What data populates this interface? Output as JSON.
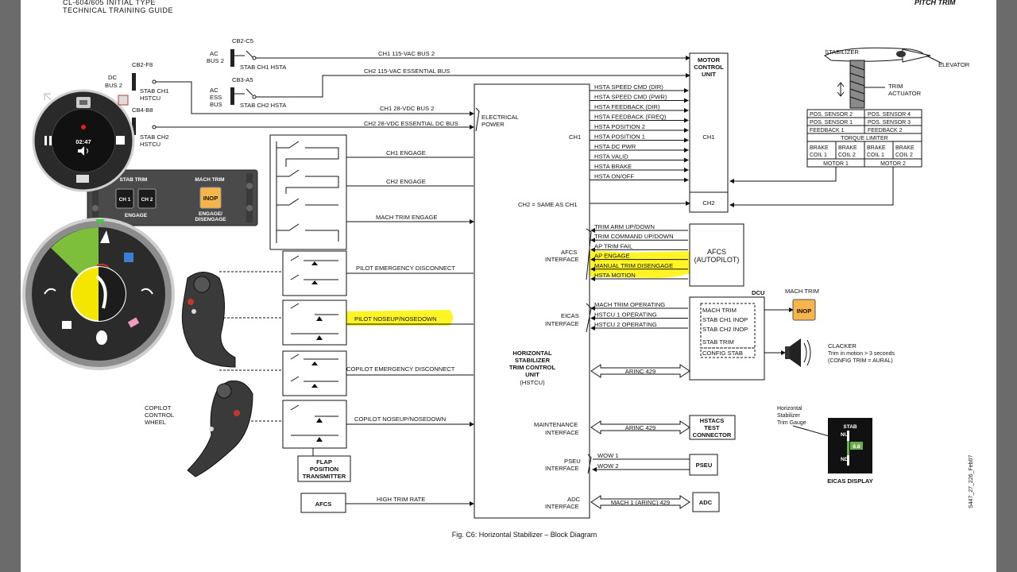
{
  "header": {
    "guide_line1": "CL-604/605 INITIAL TYPE",
    "guide_line2": "TECHNICAL TRAINING GUIDE",
    "section_title": "PITCH TRIM"
  },
  "caption": "Fig. C6: Horizontal Stabilizer – Block Diagram",
  "side_code": "S447_27_226_Feb07",
  "breakers": {
    "cb2c5": "CB2-C5",
    "ac_bus2": [
      "AC",
      "BUS 2"
    ],
    "stab_ch1_hsta": "STAB CH1 HSTA",
    "cb3a5": "CB3-A5",
    "ac_ess_bus": [
      "AC",
      "ESS",
      "BUS"
    ],
    "stab_ch2_hsta": "STAB CH2 HSTA",
    "cb2f8": "CB2-F8",
    "dc_bus2": [
      "DC",
      "BUS 2"
    ],
    "stab_ch1_hstcu": [
      "STAB CH1",
      "HSTCU"
    ],
    "cb4b8": "CB4-B8",
    "stab_ch2_hstcu": [
      "STAB CH2",
      "HSTCU"
    ]
  },
  "bus_lines": {
    "ch1_115": "CH1 115-VAC BUS 2",
    "ch2_115": "CH2 115-VAC ESSENTIAL BUS",
    "ch1_28": "CH1 28-VDC BUS 2",
    "ch2_28": "CH2 28-VDC ESSENTIAL DC BUS"
  },
  "motor_control": {
    "title": [
      "MOTOR",
      "CONTROL",
      "UNIT"
    ],
    "ch1": "CH1",
    "ch2": "CH2"
  },
  "ch1_signals": [
    "HSTA SPEED CMD (DIR)",
    "HSTA SPEED CMD (PWR)",
    "HSTA FEEDBACK (DIR)",
    "HSTA FEEDBACK (FREQ)",
    "HSTA POSITION 2",
    "HSTA POSITION 1",
    "HSTA DC PWR",
    "HSTA VALID",
    "HSTA BRAKE",
    "HSTA ON/OFF"
  ],
  "hstcu": {
    "electrical_power": [
      "ELECTRICAL",
      "POWER"
    ],
    "ch1": "CH1",
    "ch2_same": "CH2 = SAME AS CH1",
    "title": [
      "HORIZONTAL",
      "STABILIZER",
      "TRIM CONTROL",
      "UNIT"
    ],
    "abbr": "(HSTCU)",
    "afcs_interface": [
      "AFCS",
      "INTERFACE"
    ],
    "eicas_interface": [
      "EICAS",
      "INTERFACE"
    ],
    "maintenance_interface": [
      "MAINTENANCE",
      "INTERFACE"
    ],
    "pseu_interface": [
      "PSEU",
      "INTERFACE"
    ],
    "adc_interface": [
      "ADC",
      "INTERFACE"
    ]
  },
  "afcs_signals": [
    "TRIM ARM UP/DOWN",
    "TRIM COMMAND UP/DOWN",
    "AP TRIM FAIL",
    "AP ENGAGE",
    "MANUAL TRIM DISENGAGE",
    "HSTA MOTION"
  ],
  "afcs_box": [
    "AFCS",
    "(AUTOPILOT)"
  ],
  "eicas_signals": [
    "MACH TRIM OPERATING",
    "HSTCU 1 OPERATING",
    "HSTCU 2 OPERATING"
  ],
  "dcu": {
    "label": "DCU",
    "messages": [
      "MACH TRIM",
      "STAB CH1 INOP",
      "STAB CH2 INOP",
      "STAB TRIM",
      "CONFIG STAB"
    ]
  },
  "mach_trim_button": {
    "label": "MACH TRIM",
    "text": "INOP"
  },
  "clacker": {
    "title": "CLACKER",
    "line1": "Trim in motion > 3 seconds",
    "line2": "(CONFIG TRIM = AURAL)"
  },
  "arinc1": "ARINC 429",
  "arinc2": "ARINC 429",
  "hstacs": [
    "HSTACS",
    "TEST",
    "CONNECTOR"
  ],
  "pseu": {
    "wow1": "WOW 1",
    "wow2": "WOW 2",
    "box": "PSEU"
  },
  "adc": {
    "signal": "MACH 1 (ARINC) 429",
    "box": "ADC"
  },
  "stabilizer": {
    "stabilizer": "STABILIZER",
    "elevator": "ELEVATOR",
    "trim_actuator": [
      "TRIM",
      "ACTUATOR"
    ],
    "grid": [
      [
        "POS. SENSOR 2",
        "POS. SENSOR 4"
      ],
      [
        "POS. SENSOR 1",
        "POS. SENSOR 3"
      ],
      [
        "FEEDBACK 1",
        "FEEDBACK 2"
      ]
    ],
    "torque_limiter": "TORQUE LIMITER",
    "brakes": [
      [
        "BRAKE",
        "COIL 1"
      ],
      [
        "BRAKE",
        "COIL 2"
      ],
      [
        "BRAKE",
        "COIL 1"
      ],
      [
        "BRAKE",
        "COIL 2"
      ]
    ],
    "motors": [
      "MOTOR 1",
      "MOTOR 2"
    ]
  },
  "engage_lines": [
    "CH1 ENGAGE",
    "CH2 ENGAGE",
    "MACH TRIM ENGAGE"
  ],
  "wheel_lines": [
    "PILOT EMERGENCY DISCONNECT",
    "PILOT NOSEUP/NOSEDOWN",
    "COPILOT EMERGENCY DISCONNECT",
    "COPILOT NOSEUP/NOSEDOWN"
  ],
  "copilot_wheel": [
    "COPILOT",
    "CONTROL",
    "WHEEL"
  ],
  "flap_box": [
    "FLAP",
    "POSITION",
    "TRANSMITTER"
  ],
  "afcs_bottom": {
    "box": "AFCS",
    "signal": "HIGH TRIM RATE"
  },
  "panel": {
    "stab_trim": "STAB TRIM",
    "mach_trim": "MACH TRIM",
    "ch1": "CH 1",
    "ch2": "CH 2",
    "inop": "INOP",
    "engage": "ENGAGE",
    "engage_disengage": [
      "ENGAGE/",
      "DISENGAGE"
    ]
  },
  "eicas_display": {
    "label": "EICAS DISPLAY",
    "note": [
      "Horizontal",
      "Stabilizer",
      "Trim Gauge"
    ],
    "stab": "STAB",
    "nu": "NU",
    "nd": "ND",
    "value": "6.8"
  },
  "player": {
    "time": "02:47"
  },
  "colors": {
    "highlight": "#fff200",
    "inop_amber": "#f5b54a",
    "player_yellow": "#f4e600",
    "player_green": "#7dbf3a",
    "player_dark": "#1c1c1c"
  }
}
